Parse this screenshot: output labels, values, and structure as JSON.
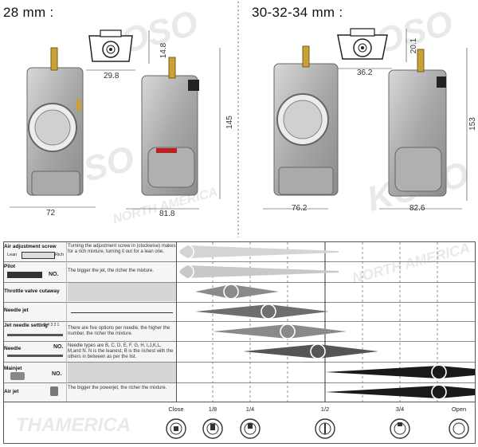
{
  "headings": {
    "left": "28 mm :",
    "right": "30-32-34 mm :"
  },
  "dimensions": {
    "small": {
      "top_height": "14.8",
      "top_width": "29.8",
      "height": "145",
      "front_width": "72",
      "side_width": "81.8"
    },
    "large": {
      "top_height": "20.1",
      "top_width": "36.2",
      "height": "153",
      "front_width": "76.2",
      "side_width": "82.6"
    }
  },
  "watermark": {
    "brand": "KOSO",
    "region": "NORTH AMERICA",
    "part": "THAMERICA"
  },
  "rows": [
    {
      "label": "Air adjustment screw",
      "sublabel_lean": "Lean",
      "sublabel_rich": "Rich",
      "desc": "Turning the adjustment screw in (clockwise) makes for a rich mixture, turning it out for a lean one."
    },
    {
      "label": "Pilot",
      "no": "NO.",
      "desc": "The bigger the jet, the richer the mixture."
    },
    {
      "label": "Throttle valve cutaway",
      "desc": ""
    },
    {
      "label": "Needle jet",
      "desc": ""
    },
    {
      "label": "Jet needle setting",
      "scale": "5 4 3 2 1",
      "desc": "There are five options per needle, the higher the number, the richer the mixture."
    },
    {
      "label": "Needle",
      "no": "NO.",
      "desc": "Needle types are B, C, D, E, F, G, H, I,J,K,L, M,and N. N is the leanest, B is the richest with the others in between as per the list."
    },
    {
      "label": "Mainjet",
      "no": "NO.",
      "desc": ""
    },
    {
      "label": "Air jet",
      "desc": "The bigger the powerjet, the richer the mixture."
    }
  ],
  "throttle": [
    "Close",
    "1/8",
    "1/4",
    "1/2",
    "3/4",
    "Open"
  ],
  "colors": {
    "light": "#cfcfcf",
    "medium": "#8a8a8a",
    "dark": "#555555",
    "black": "#1a1a1a"
  }
}
